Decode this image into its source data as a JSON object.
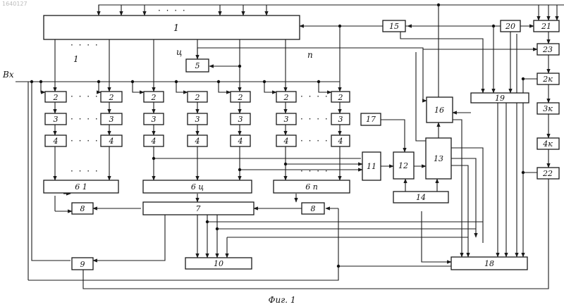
{
  "corner_mark": "1640127",
  "input_label": "Вх",
  "caption": "Фиг. 1",
  "group_labels": [
    "1",
    "ц",
    "п"
  ],
  "dots": "· · · ·",
  "blocks": {
    "b1": "1",
    "b2": "2",
    "b3": "3",
    "b4": "4",
    "b5": "5",
    "b6_1": "6 1",
    "b6_c": "6 ц",
    "b6_p": "6 п",
    "b7": "7",
    "b8": "8",
    "b9": "9",
    "b10": "10",
    "b11": "11",
    "b12": "12",
    "b13": "13",
    "b14": "14",
    "b15": "15",
    "b16": "16",
    "b17": "17",
    "b18": "18",
    "b19": "19",
    "b20": "20",
    "b21": "21",
    "b22": "22",
    "b23": "23",
    "b2k": "2к",
    "b3k": "3к",
    "b4k": "4к"
  }
}
